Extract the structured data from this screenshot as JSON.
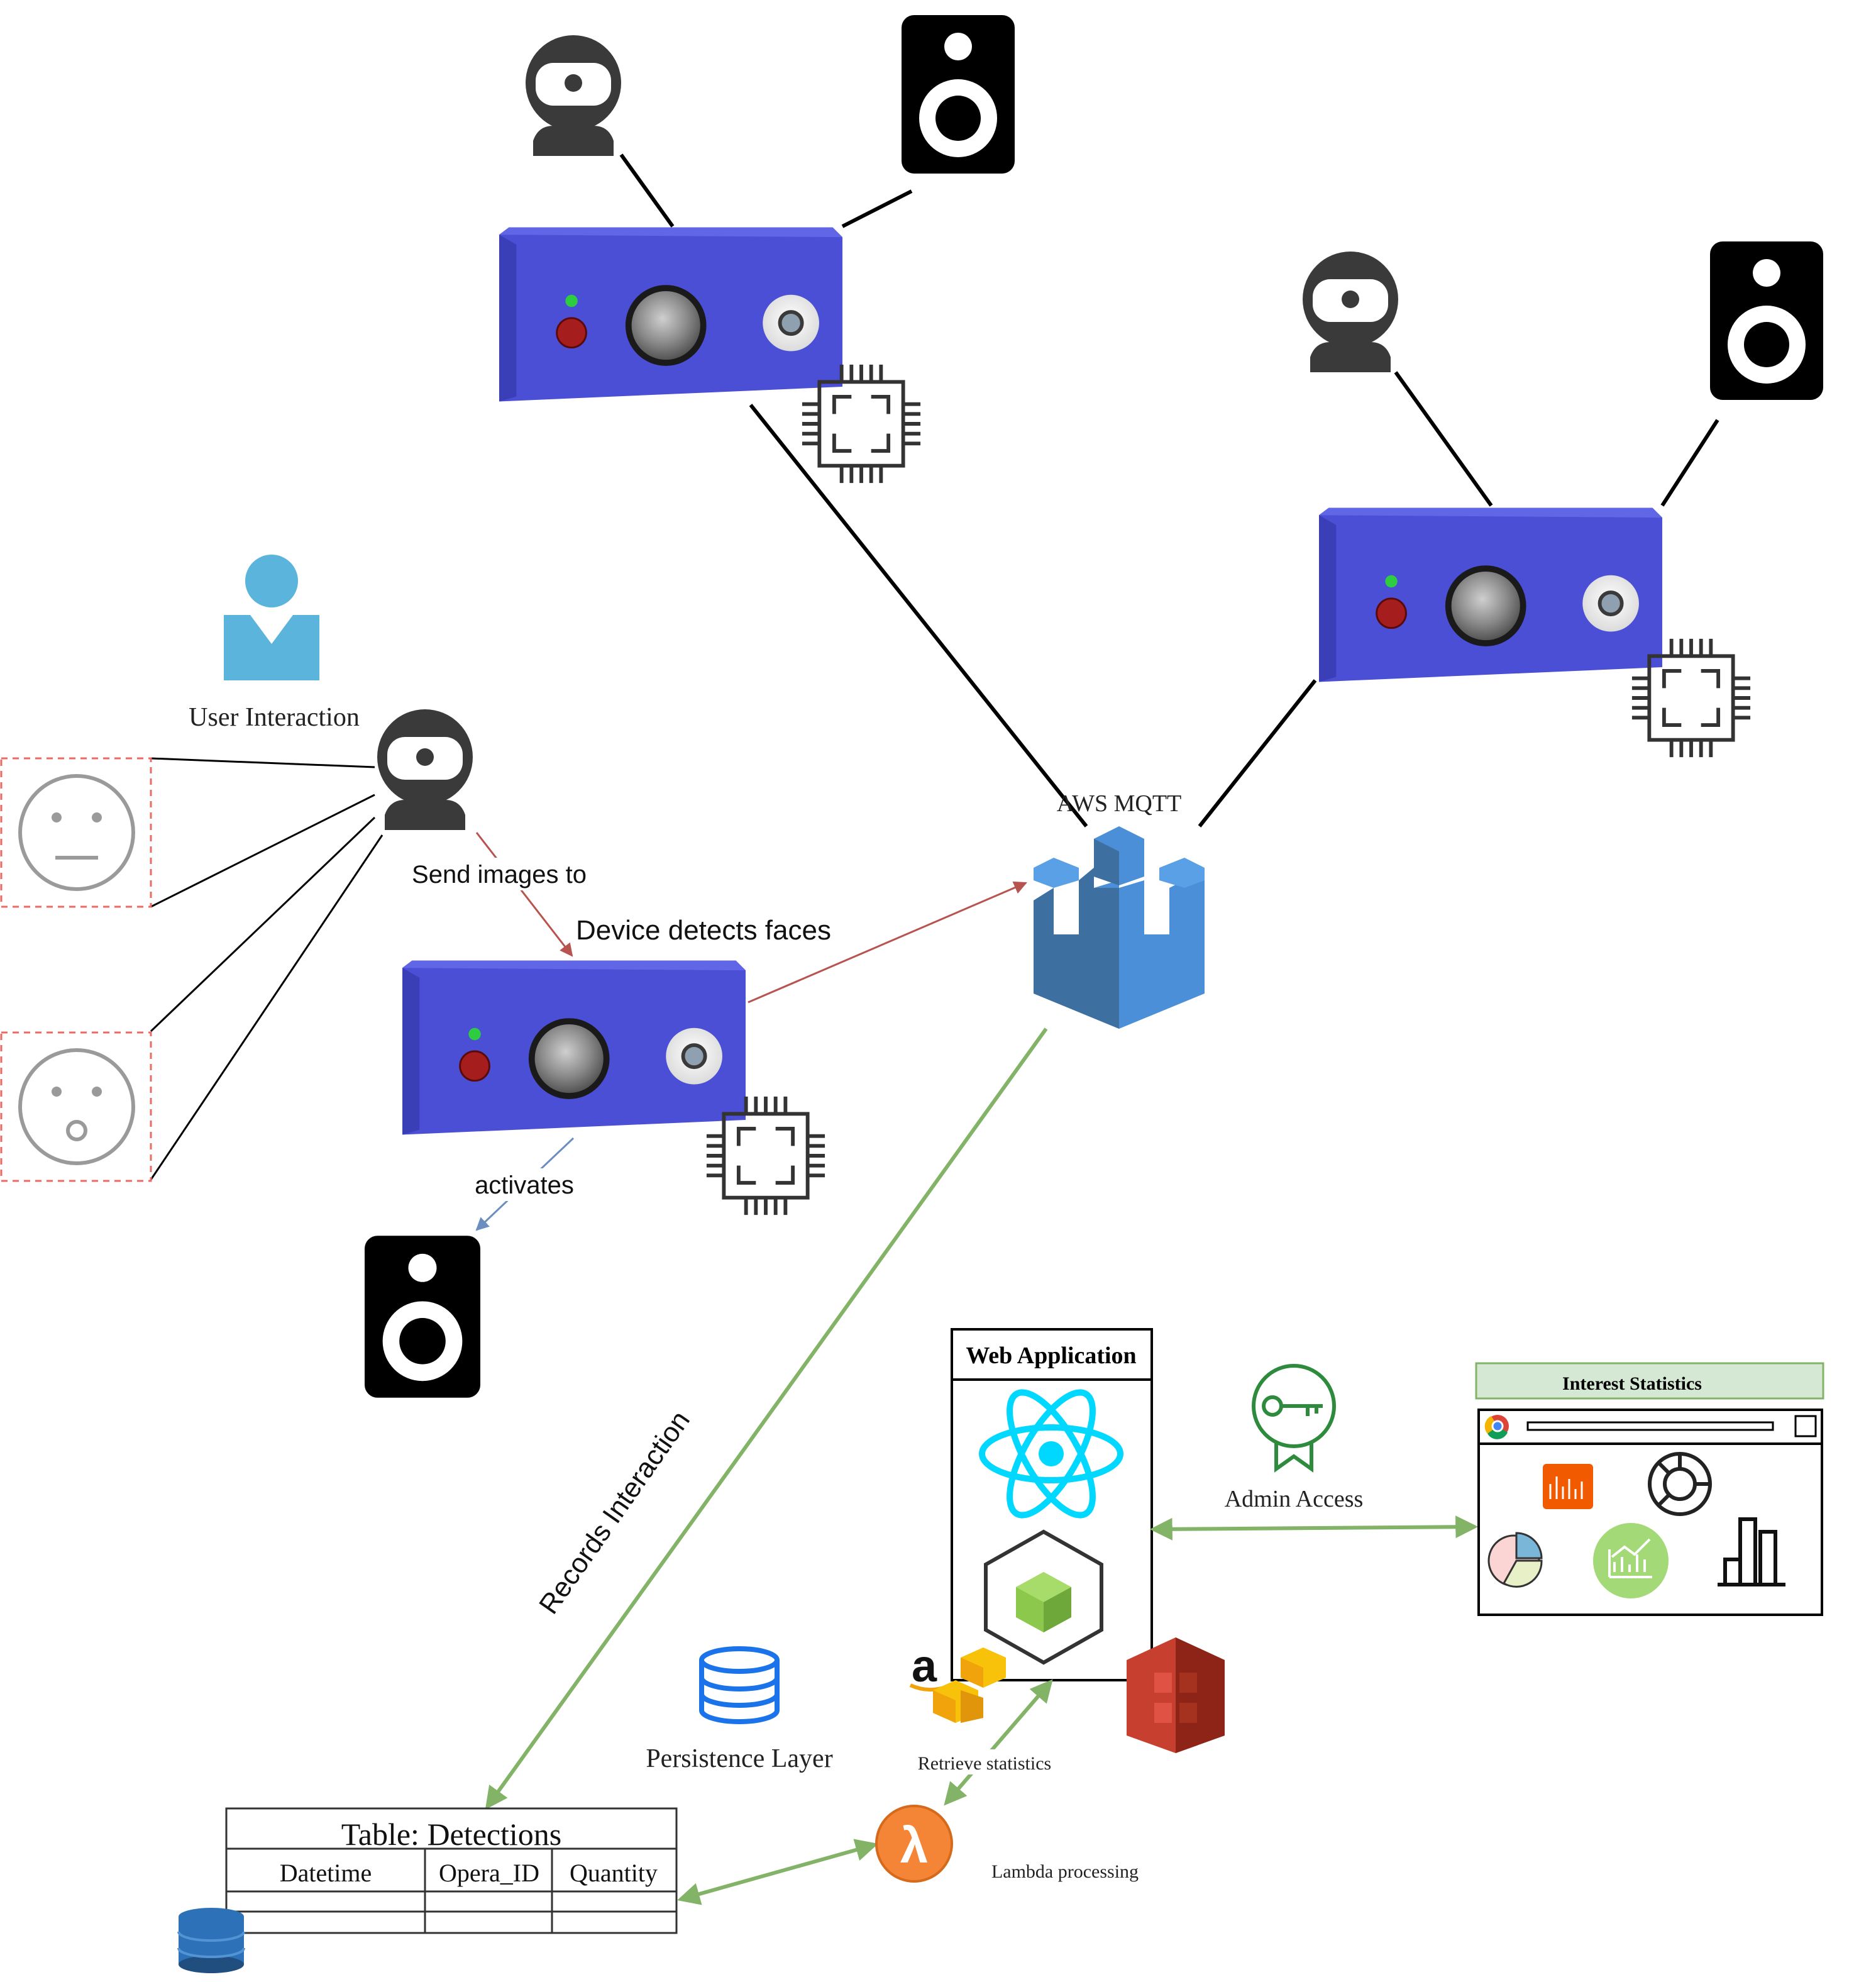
{
  "labels": {
    "user_interaction": "User Interaction",
    "send_images_to": "Send images to",
    "device_detects_faces": "Device detects faces",
    "activates": "activates",
    "aws_mqtt": "AWS MQTT",
    "records_interaction": "Records Interaction",
    "persistence_layer": "Persistence Layer",
    "retrieve_statistics": "Retrieve statistics",
    "lambda_processing": "Lambda processing",
    "admin_access": "Admin Access",
    "web_application": "Web Application",
    "interest_statistics": "Interest Statistics",
    "amazon_logo_letter": "a",
    "lambda_symbol": "λ"
  },
  "table": {
    "title": "Table: Detections",
    "columns": [
      "Datetime",
      "Opera_ID",
      "Quantity"
    ]
  },
  "colors": {
    "device_blue": "#4a4fd6",
    "aws_blue": "#4a8fd8",
    "arrow_green": "#82b366",
    "arrow_red": "#b85450",
    "arrow_blue": "#6c8ebf",
    "person_blue": "#5ab4dc",
    "lambda_orange": "#f58536",
    "s3_red": "#c7402f",
    "react_cyan": "#00d8ff",
    "node_green": "#8cc84b",
    "dashed_box": "#ea6b66",
    "stats_header_bg": "#d5e8d4"
  },
  "icons": [
    "webcam-icon",
    "speaker-icon",
    "chip-icon",
    "device-box",
    "person-icon",
    "neutral-face-icon",
    "surprised-face-icon",
    "aws-iot-castle-icon",
    "react-icon",
    "nodejs-icon",
    "amazon-icon",
    "s3-bucket-icon",
    "database-icon",
    "dynamodb-icon",
    "lambda-icon",
    "certificate-key-icon",
    "browser-icon",
    "chrome-icon",
    "bar-chart-icon",
    "pie-chart-icon",
    "donut-icon",
    "line-chart-icon"
  ]
}
